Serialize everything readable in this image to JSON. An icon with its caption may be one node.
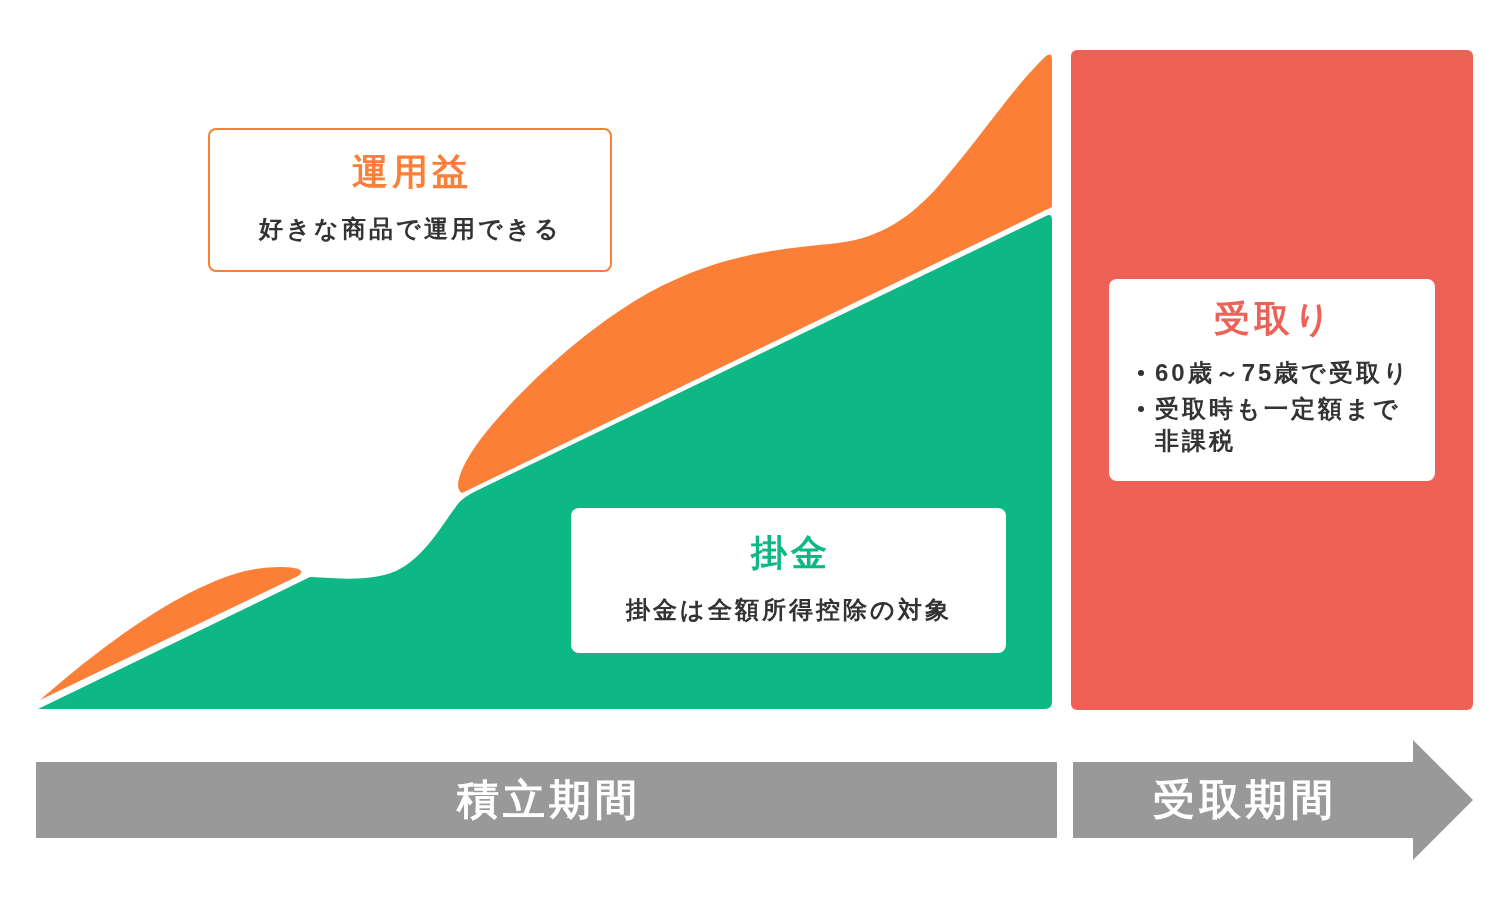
{
  "diagram": {
    "nodes": [
      {
        "text": [
          "運用益",
          "好きな商品で運用できる"
        ]
      },
      {
        "text": [
          "掛金",
          "掛金は全額所得控除の対象"
        ]
      },
      {
        "text": [],
        "shape": "box"
      },
      {
        "text": [
          "受取り",
          "60歳～75歳で受取り",
          "受取時も一定額まで非課税"
        ],
        "in": 2
      },
      {
        "text": [
          "積立期間"
        ]
      },
      {
        "text": [
          "受取期間"
        ]
      }
    ]
  }
}
